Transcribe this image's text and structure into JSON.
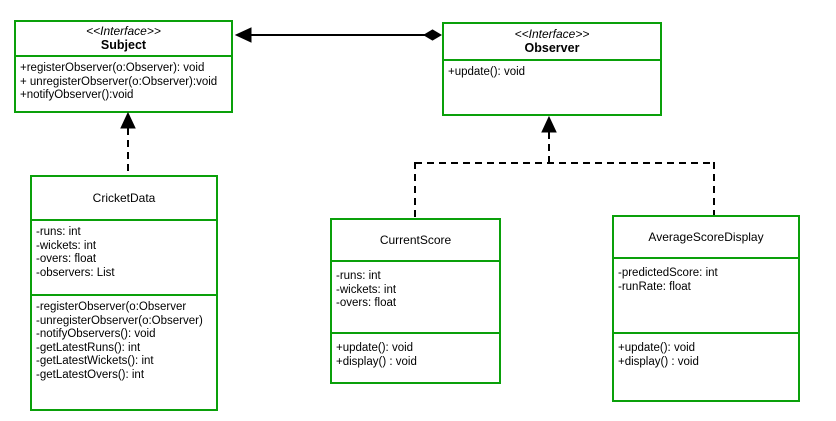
{
  "colors": {
    "box_border": "#0aa00a",
    "connector": "#000000",
    "background": "#ffffff",
    "text": "#000000"
  },
  "classes": {
    "subject": {
      "stereotype": "<<Interface>>",
      "name": "Subject",
      "methods": [
        "+registerObserver(o:Observer): void",
        "+ unregisterObserver(o:Observer):void",
        "+notifyObserver():void"
      ]
    },
    "observer": {
      "stereotype": "<<Interface>>",
      "name": "Observer",
      "methods": [
        "+update(): void"
      ]
    },
    "cricket_data": {
      "name": "CricketData",
      "attributes": [
        "-runs: int",
        "-wickets: int",
        "-overs: float",
        "-observers: List"
      ],
      "methods": [
        "-registerObserver(o:Observer",
        "-unregisterObserver(o:Observer)",
        "-notifyObservers(): void",
        "-getLatestRuns(): int",
        "-getLatestWickets(): int",
        "-getLatestOvers(): int"
      ]
    },
    "current_score": {
      "name": "CurrentScore",
      "attributes": [
        "-runs: int",
        "-wickets: int",
        "-overs: float"
      ],
      "methods": [
        "+update(): void",
        "+display() : void"
      ]
    },
    "average_score_display": {
      "name": "AverageScoreDisplay",
      "attributes": [
        "-predictedScore: int",
        "-runRate: float"
      ],
      "methods": [
        "+update(): void",
        "+display() : void"
      ]
    }
  },
  "relationships": [
    {
      "from": "Observer",
      "to": "Subject",
      "type": "association",
      "end_at_subject": "open-arrow",
      "end_at_observer": "filled-diamond",
      "style": "solid"
    },
    {
      "from": "CricketData",
      "to": "Subject",
      "type": "realization",
      "style": "dashed-arrow-up"
    },
    {
      "from": "CurrentScore",
      "to": "Observer",
      "type": "realization",
      "style": "dashed-arrow-up"
    },
    {
      "from": "AverageScoreDisplay",
      "to": "Observer",
      "type": "realization",
      "style": "dashed-arrow-up"
    }
  ]
}
